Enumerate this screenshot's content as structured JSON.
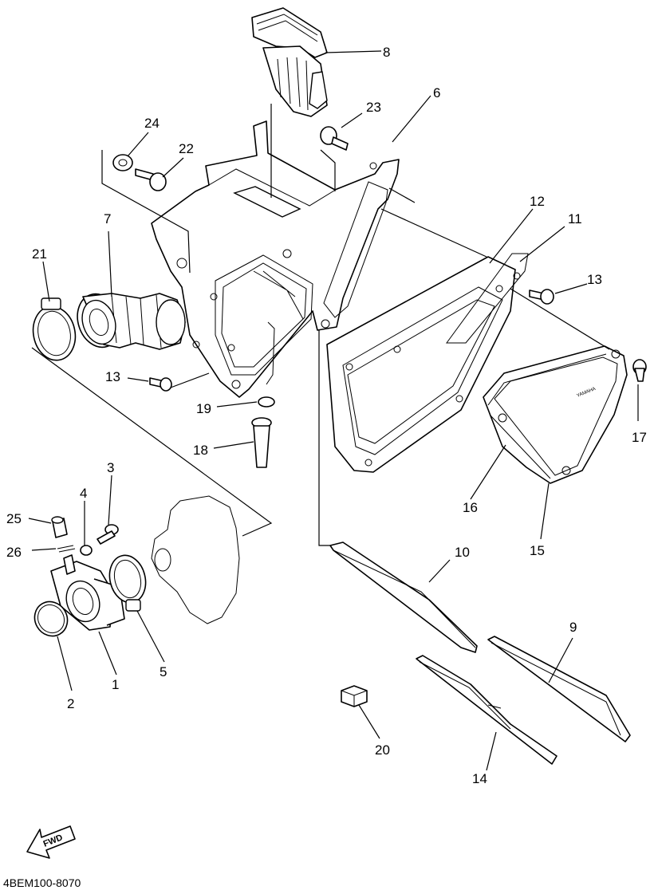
{
  "callouts": {
    "c1": "1",
    "c2": "2",
    "c3": "3",
    "c4": "4",
    "c5": "5",
    "c6": "6",
    "c7": "7",
    "c8": "8",
    "c9": "9",
    "c10": "10",
    "c11": "11",
    "c12": "12",
    "c13a": "13",
    "c13b": "13",
    "c14": "14",
    "c15": "15",
    "c16": "16",
    "c17": "17",
    "c18": "18",
    "c19": "19",
    "c20": "20",
    "c21": "21",
    "c22": "22",
    "c23": "23",
    "c24": "24",
    "c25": "25",
    "c26": "26"
  },
  "footer": {
    "fwd_label": "FWD",
    "diagram_code": "4BEM100-8070"
  },
  "cover_brand": "YAMAHA"
}
